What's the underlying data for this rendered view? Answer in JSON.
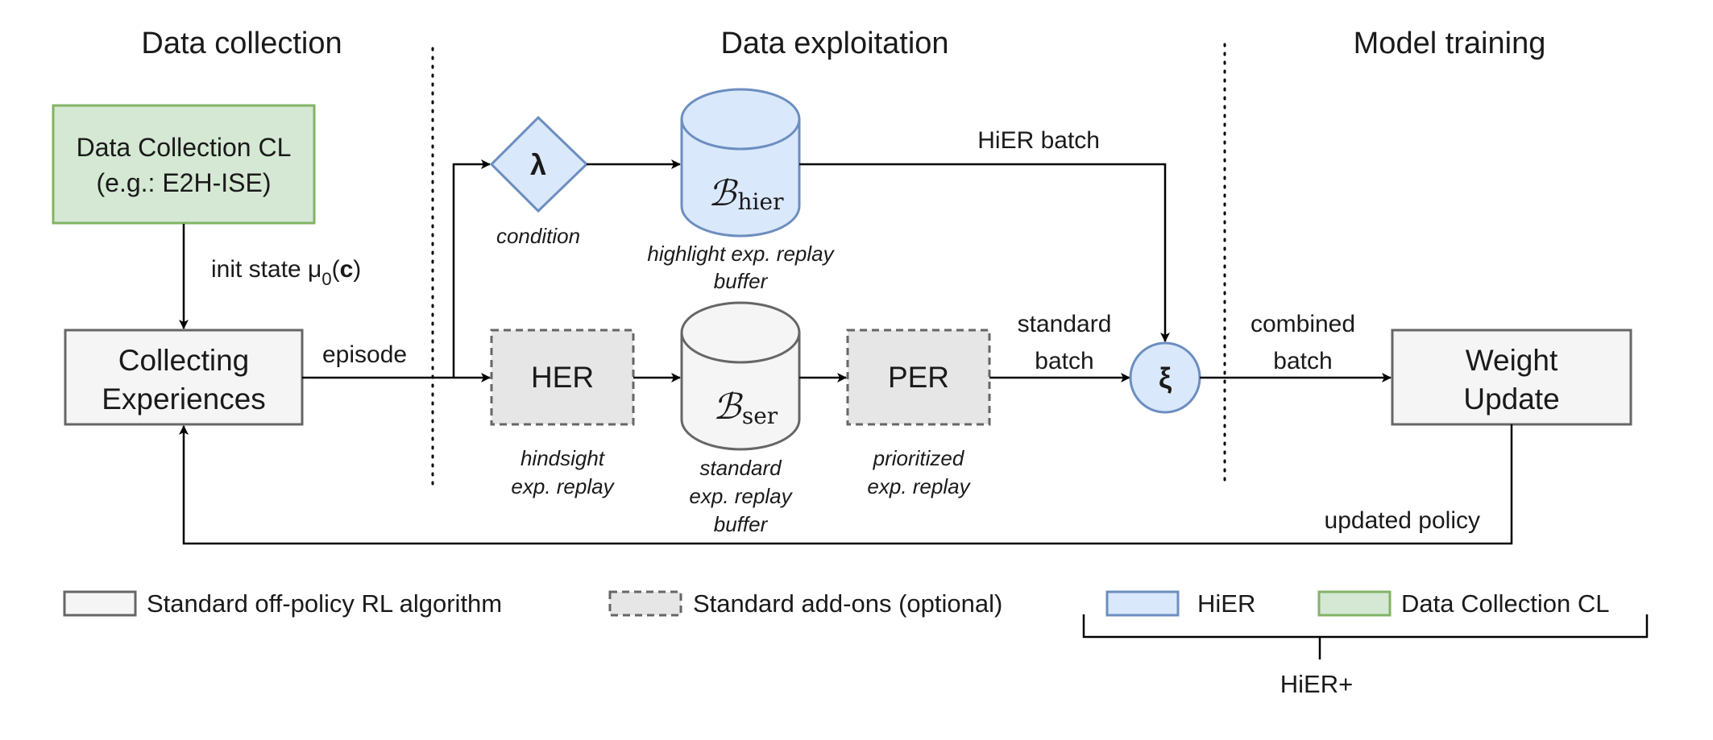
{
  "sections": {
    "collection": "Data collection",
    "exploitation": "Data exploitation",
    "training": "Model training"
  },
  "nodes": {
    "dccl": {
      "line1": "Data Collection CL",
      "line2": "(e.g.: E2H-ISE)"
    },
    "collecting": {
      "line1": "Collecting",
      "line2": "Experiences"
    },
    "lambda": {
      "symbol": "λ",
      "caption": "condition"
    },
    "bhier": {
      "glyph": "ℬ",
      "sub": "hier",
      "caption1": "highlight exp. replay",
      "caption2": "buffer"
    },
    "her": {
      "label": "HER",
      "caption1": "hindsight",
      "caption2": "exp. replay"
    },
    "bser": {
      "glyph": "ℬ",
      "sub": "ser",
      "caption1": "standard",
      "caption2": "exp. replay",
      "caption3": "buffer"
    },
    "per": {
      "label": "PER",
      "caption1": "prioritized",
      "caption2": "exp. replay"
    },
    "xi": {
      "symbol": "ξ"
    },
    "weight": {
      "line1": "Weight",
      "line2": "Update"
    }
  },
  "edges": {
    "init_state": {
      "text": "init state μ",
      "sub": "0",
      "open": "(",
      "bold": "c",
      "close": ")"
    },
    "episode": "episode",
    "hier_batch": "HiER batch",
    "standard_batch1": "standard",
    "standard_batch2": "batch",
    "combined1": "combined",
    "combined2": "batch",
    "updated_policy": "updated policy"
  },
  "legend": {
    "standard": "Standard off-policy RL algorithm",
    "addons": "Standard add-ons (optional)",
    "hier": "HiER",
    "dccl": "Data Collection CL",
    "hierplus": "HiER+"
  },
  "colors": {
    "blue_fill": "#dae8fc",
    "blue_stroke": "#6c8ebf",
    "green_fill": "#d5e8d4",
    "green_stroke": "#82b366",
    "gray_fill": "#f5f5f5",
    "gray_stroke": "#666666",
    "dashed_fill": "#e6e6e6"
  }
}
